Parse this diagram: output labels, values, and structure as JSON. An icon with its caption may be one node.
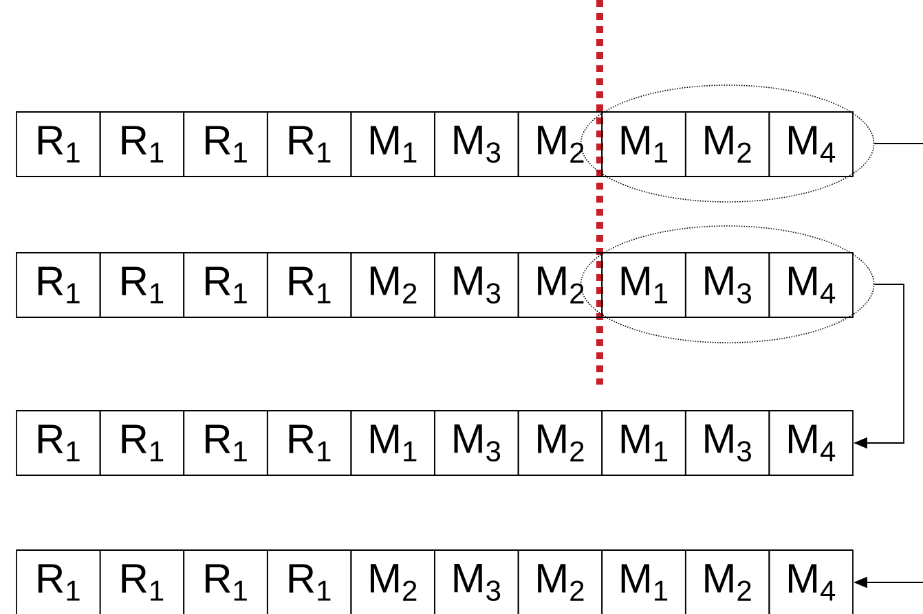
{
  "diagram": {
    "nodes": [
      {
        "text": [
          "R$_{1}$"
        ]
      },
      {
        "text": [
          "R$_{1}$"
        ]
      },
      {
        "text": [
          "R$_{1}$"
        ]
      },
      {
        "text": [
          "R$_{1}$"
        ]
      },
      {
        "text": [
          "M$_{1}$"
        ]
      },
      {
        "text": [
          "M$_{3}$"
        ]
      },
      {
        "text": [
          "M$_{2}$"
        ]
      },
      {
        "text": [],
        "shape": "ellipse"
      },
      {
        "text": [
          "M$_{1}$"
        ],
        "in": 7
      },
      {
        "text": [
          "M$_{2}$"
        ],
        "in": 7
      },
      {
        "text": [
          "M$_{4}$"
        ],
        "in": 7
      },
      {
        "text": [
          "R$_{1}$"
        ]
      },
      {
        "text": [
          "R$_{1}$"
        ]
      },
      {
        "text": [
          "R$_{1}$"
        ]
      },
      {
        "text": [
          "R$_{1}$"
        ]
      },
      {
        "text": [
          "M$_{2}$"
        ]
      },
      {
        "text": [
          "M$_{3}$"
        ]
      },
      {
        "text": [
          "M$_{2}$"
        ]
      },
      {
        "text": [],
        "shape": "ellipse"
      },
      {
        "text": [
          "M$_{1}$"
        ],
        "in": 18
      },
      {
        "text": [
          "M$_{3}$"
        ],
        "in": 18
      },
      {
        "text": [
          "M$_{4}$"
        ],
        "in": 18
      },
      {
        "text": [
          "R$_{1}$"
        ]
      },
      {
        "text": [
          "R$_{1}$"
        ]
      },
      {
        "text": [
          "R$_{1}$"
        ]
      },
      {
        "text": [
          "R$_{1}$"
        ]
      },
      {
        "text": [
          "M$_{1}$"
        ]
      },
      {
        "text": [
          "M$_{3}$"
        ]
      },
      {
        "text": [
          "M$_{2}$"
        ]
      },
      {
        "text": [
          "M$_{1}$"
        ]
      },
      {
        "text": [
          "M$_{3}$"
        ]
      },
      {
        "text": [
          "M$_{4}$"
        ]
      },
      {
        "text": [
          "R$_{1}$"
        ]
      },
      {
        "text": [
          "R$_{1}$"
        ]
      },
      {
        "text": [
          "R$_{1}$"
        ]
      },
      {
        "text": [
          "R$_{1}$"
        ]
      },
      {
        "text": [
          "M$_{2}$"
        ]
      },
      {
        "text": [
          "M$_{3}$"
        ]
      },
      {
        "text": [
          "M$_{2}$"
        ]
      },
      {
        "text": [
          "M$_{1}$"
        ]
      },
      {
        "text": [
          "M$_{2}$"
        ]
      },
      {
        "text": [
          "M$_{4}$"
        ]
      }
    ],
    "edges": [
      {
        "from": 7,
        "to": null,
        "arrow": "none"
      },
      {
        "from": 18,
        "to": 31,
        "arrow": "to"
      },
      {
        "from": null,
        "to": 41,
        "arrow": "to"
      }
    ]
  }
}
